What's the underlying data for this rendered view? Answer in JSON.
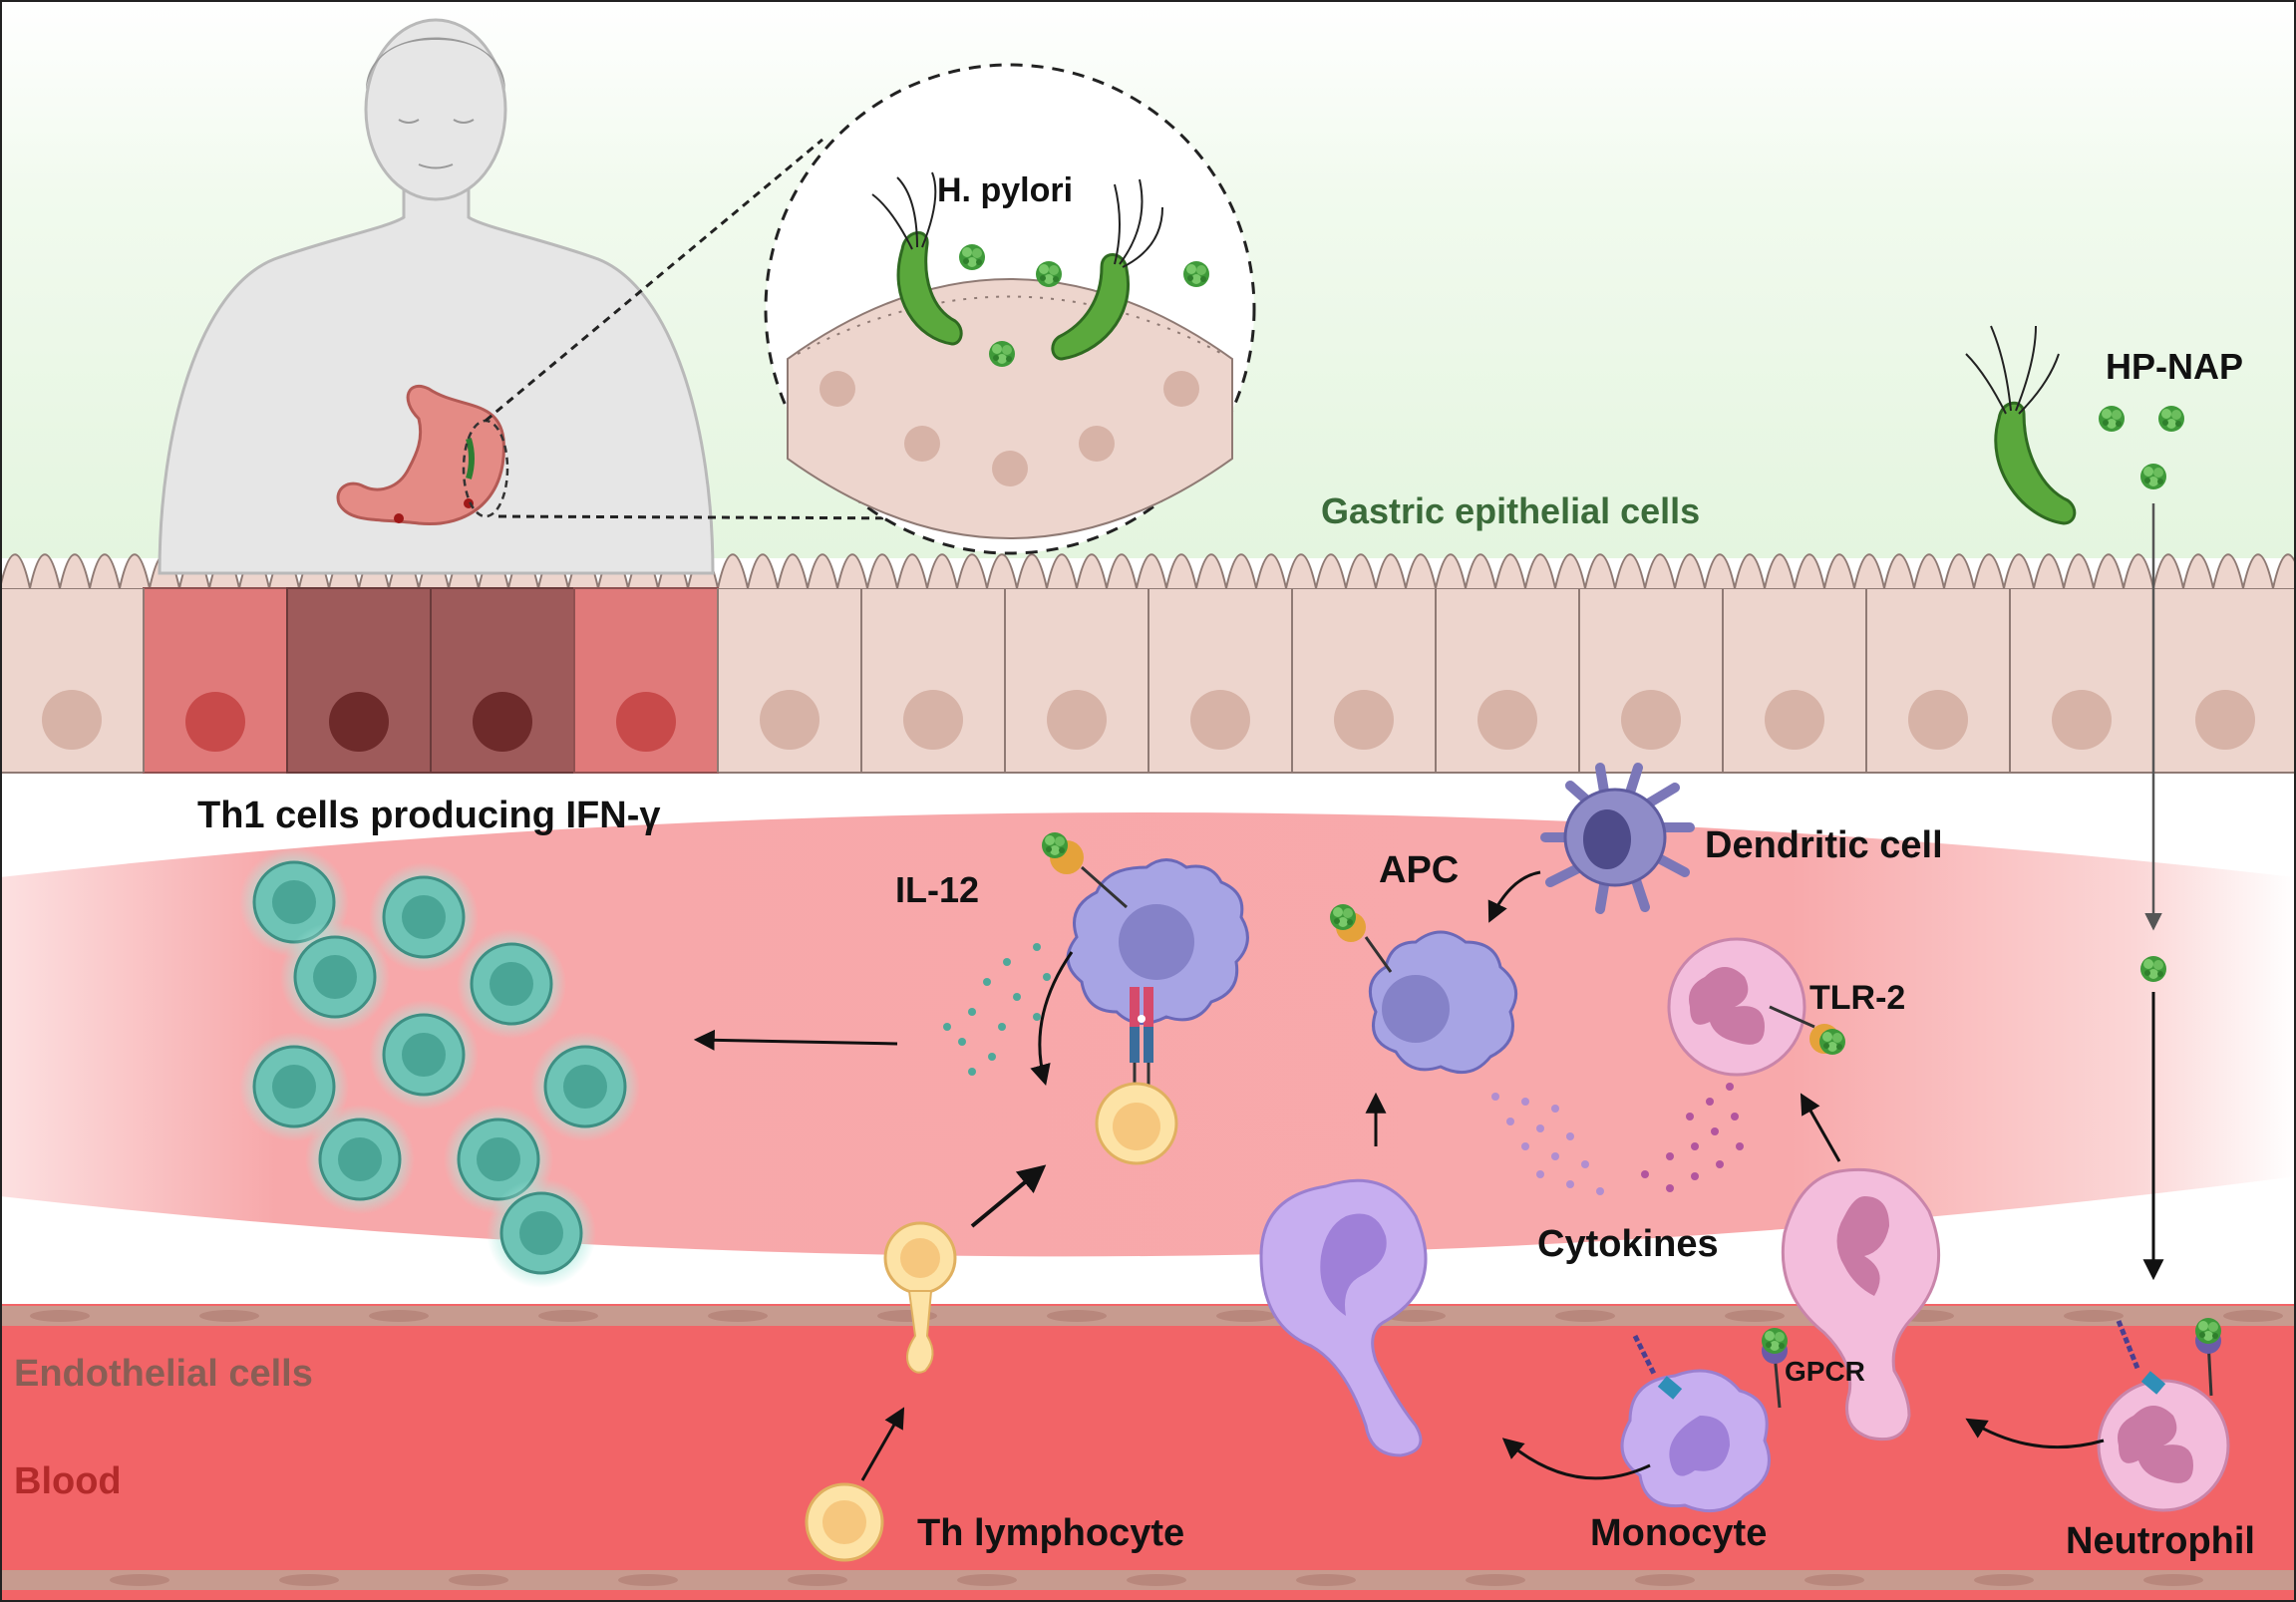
{
  "labels": {
    "h_pylori": "H. pylori",
    "hp_nap": "HP-NAP",
    "gastric_epithelial": "Gastric epithelial cells",
    "th1_cells": "Th1 cells producing IFN-γ",
    "il12": "IL-12",
    "apc": "APC",
    "dendritic": "Dendritic cell",
    "tlr2": "TLR-2",
    "cytokines": "Cytokines",
    "gpcr": "GPCR",
    "endothelial": "Endothelial cells",
    "blood": "Blood",
    "th_lymphocyte": "Th lymphocyte",
    "monocyte": "Monocyte",
    "neutrophil": "Neutrophil"
  },
  "colors": {
    "lumen_green": "#eaf7e6",
    "tissue_red": "#f7a8aa",
    "blood_red": "#f26467",
    "epithelial": "#edd5cd",
    "label_green": "#3b6b3a",
    "label_brown": "#8a5e55",
    "label_blood": "#b32a2a",
    "th1_cell": "#6ec4b6",
    "apc_cell": "#a7a4e4",
    "neutrophil_cell": "#f3bddc",
    "monocyte_cell": "#c7aef0",
    "bacterium": "#5aa83c",
    "hp_nap_protein": "#3f9a3a"
  }
}
